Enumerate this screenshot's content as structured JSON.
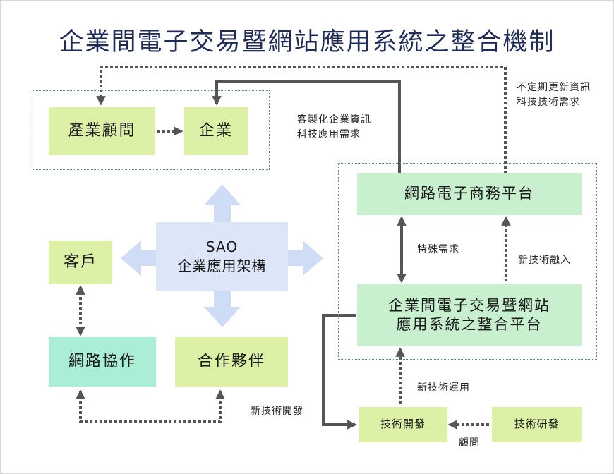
{
  "title": "企業間電子交易暨網站應用系統之整合機制",
  "nodes": {
    "consultant": "產業顧問",
    "enterprise": "企業",
    "customer": "客戶",
    "network_collab": "網路協作",
    "partner": "合作夥伴",
    "ec_platform": "網路電子商務平台",
    "b2b_platform_line1": "企業間電子交易暨網站",
    "b2b_platform_line2": "應用系統之整合平台",
    "tech_dev": "技術開發",
    "tech_research": "技術研發",
    "sao_line1": "SAO",
    "sao_line2": "企業應用架構"
  },
  "labels": {
    "irregular_line1": "不定期更新資訊",
    "irregular_line2": "科技技術需求",
    "custom_line1": "客製化企業資訊",
    "custom_line2": "科技應用需求",
    "special_needs": "特殊需求",
    "new_tech_integrate": "新技術融入",
    "new_tech_apply": "新技術運用",
    "new_tech_dev": "新技術開發",
    "advisory": "顧問"
  },
  "colors": {
    "title": "#1f2c59",
    "green_box": "#ddf1a6",
    "mint_box": "#c8f0ce",
    "teal_box": "#abeed6",
    "sao_box": "#dde5f8",
    "sao_arrows": "#cfdcf6",
    "connector": "#555555",
    "frame": "#4a9a5a"
  }
}
